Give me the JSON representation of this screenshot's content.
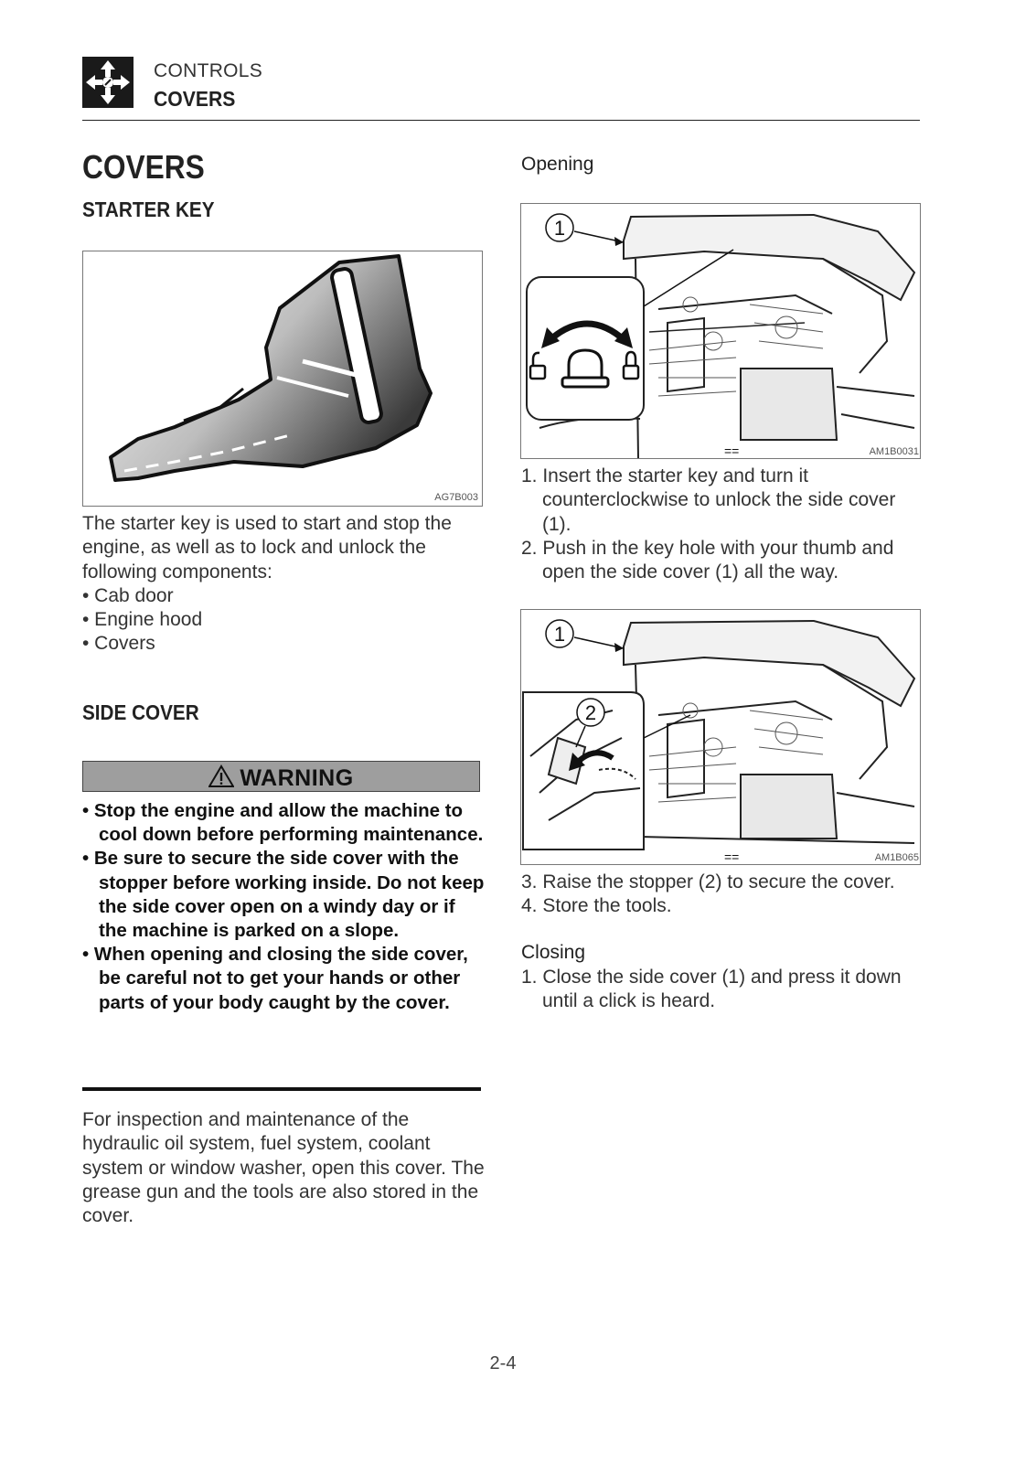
{
  "header": {
    "section": "CONTROLS",
    "page_title": "COVERS"
  },
  "title": "COVERS",
  "starter_key": {
    "heading": "STARTER KEY",
    "figure_code": "AG7B003",
    "intro": "The starter key is used to start and stop the engine, as well as to lock and unlock the following components:",
    "items": [
      "• Cab door",
      "• Engine hood",
      "• Covers"
    ]
  },
  "side_cover": {
    "heading": "SIDE COVER",
    "warning_label": "WARNING",
    "warnings": [
      "• Stop the engine and allow the machine to cool down before performing maintenance.",
      "• Be sure to secure the side cover with the stopper before working inside. Do not keep the side cover open on a windy day or if the machine is parked on a slope.",
      "• When opening and closing the side cover, be careful not to get your hands or other parts of your body caught by the cover."
    ],
    "description": "For inspection and maintenance of the hydraulic oil system, fuel system, coolant system or window washer, open this cover. The grease gun and the tools are also stored in the cover."
  },
  "opening": {
    "heading": "Opening",
    "figure1_code": "AM1B0031",
    "figure1_callout": "1",
    "figure1_bottom_mark": "==",
    "steps1": [
      "1. Insert the starter key and turn it counterclockwise to unlock the side cover (1).",
      "2. Push in the key hole with your thumb and open the side cover (1) all the way."
    ],
    "figure2_code": "AM1B065",
    "figure2_callout1": "1",
    "figure2_callout2": "2",
    "figure2_bottom_mark": "==",
    "steps2": [
      "3. Raise the stopper (2) to secure the cover.",
      "4. Store the tools."
    ]
  },
  "closing": {
    "heading": "Closing",
    "steps": [
      "1. Close the side cover (1) and press it down until a click is heard."
    ]
  },
  "page_number": "2-4"
}
